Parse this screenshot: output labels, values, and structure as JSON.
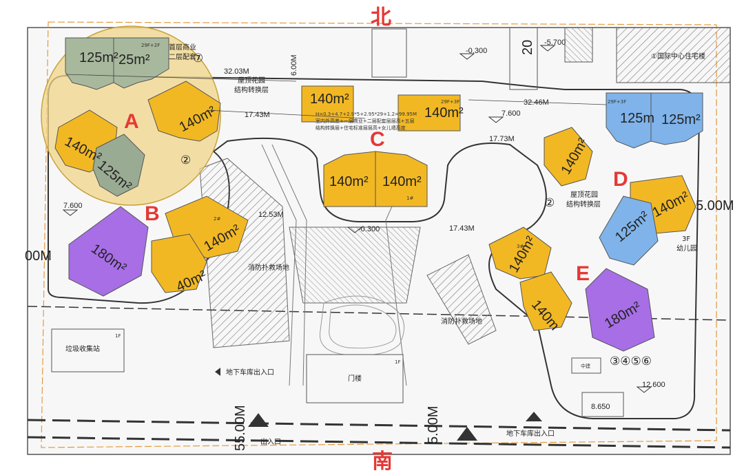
{
  "compass": {
    "north": "北",
    "south": "南"
  },
  "sections": [
    "A",
    "B",
    "C",
    "D",
    "E"
  ],
  "units": {
    "a_top_left": "125m²",
    "a_top_right": "25m²",
    "a_mid_right": "140m²",
    "a_mid_left": "140m²",
    "a_bottom": "125m²",
    "c_top_left": "140m²",
    "c_top_right": "140m²",
    "c_mid_left": "140m²",
    "c_mid_right": "140m²",
    "b_right": "140m²",
    "b_bottom": "40m²",
    "b_purple": "180m²",
    "d_top_left": "125m",
    "d_top_right": "125m²",
    "d_mid": "140m²",
    "d_right": "140m²",
    "d_bottom": "125m²",
    "e_top": "140m²",
    "e_bottom": "140m",
    "e_purple": "180m²"
  },
  "labels": {
    "retail": "首层商业",
    "retail2": "二层配套",
    "floors_29_2": "29F+2F",
    "floors_29_3a": "29F+3F",
    "floors_29_3b": "29F+3F",
    "roof_garden_1": "屋顶花园",
    "transfer_1": "结构转换层",
    "roof_garden_2": "屋顶花园",
    "transfer_2": "结构转换层",
    "kindergarten_floors": "3F",
    "kindergarten": "幼儿园",
    "garbage": "垃圾收集站",
    "garbage_floor": "1F",
    "gatehouse": "门楼",
    "gatehouse_floor": "1F",
    "garage_entry_1": "地下车库出入口",
    "garage_entry_2": "地下车库出入口",
    "entrance": "出入口",
    "fire_lane_1": "消防扑救场地",
    "fire_lane_2": "消防扑救场地",
    "neighbor": "①国际中心住宅楼",
    "c_note_1": "H=0.3+4.7+2.9*5+2.95*29+1.2=99.95M",
    "c_note_2": "室内外高差+一层商业+二层配套层层高+五层",
    "c_note_3": "结构转换层+住宅标准层层高+女儿墙高度",
    "building_no": "1#",
    "building_no_2": "2#",
    "building_no_3": "3#",
    "circle_num_7": "⑦",
    "circle_num_2a": "②",
    "circle_num_2b": "②",
    "bottom_nums": "③④⑤⑥",
    "elec": "中建"
  },
  "dims": {
    "d1": "32.03M",
    "d2": "17.43M",
    "d3": "6.00M",
    "d4": "32.46M",
    "d5": "17.73M",
    "d6": "12.53M",
    "d7": "17.43M",
    "d8": "5.00M",
    "d9": "00M",
    "d10": "5.00M",
    "d11": "55.00M",
    "d12": "20",
    "lv1": "-0.300",
    "lv2": "-5.700",
    "lv3": "7.600",
    "lv4": "7.600",
    "lv5": "-0.300",
    "lv6": "12.600",
    "lv7": "8.650"
  }
}
